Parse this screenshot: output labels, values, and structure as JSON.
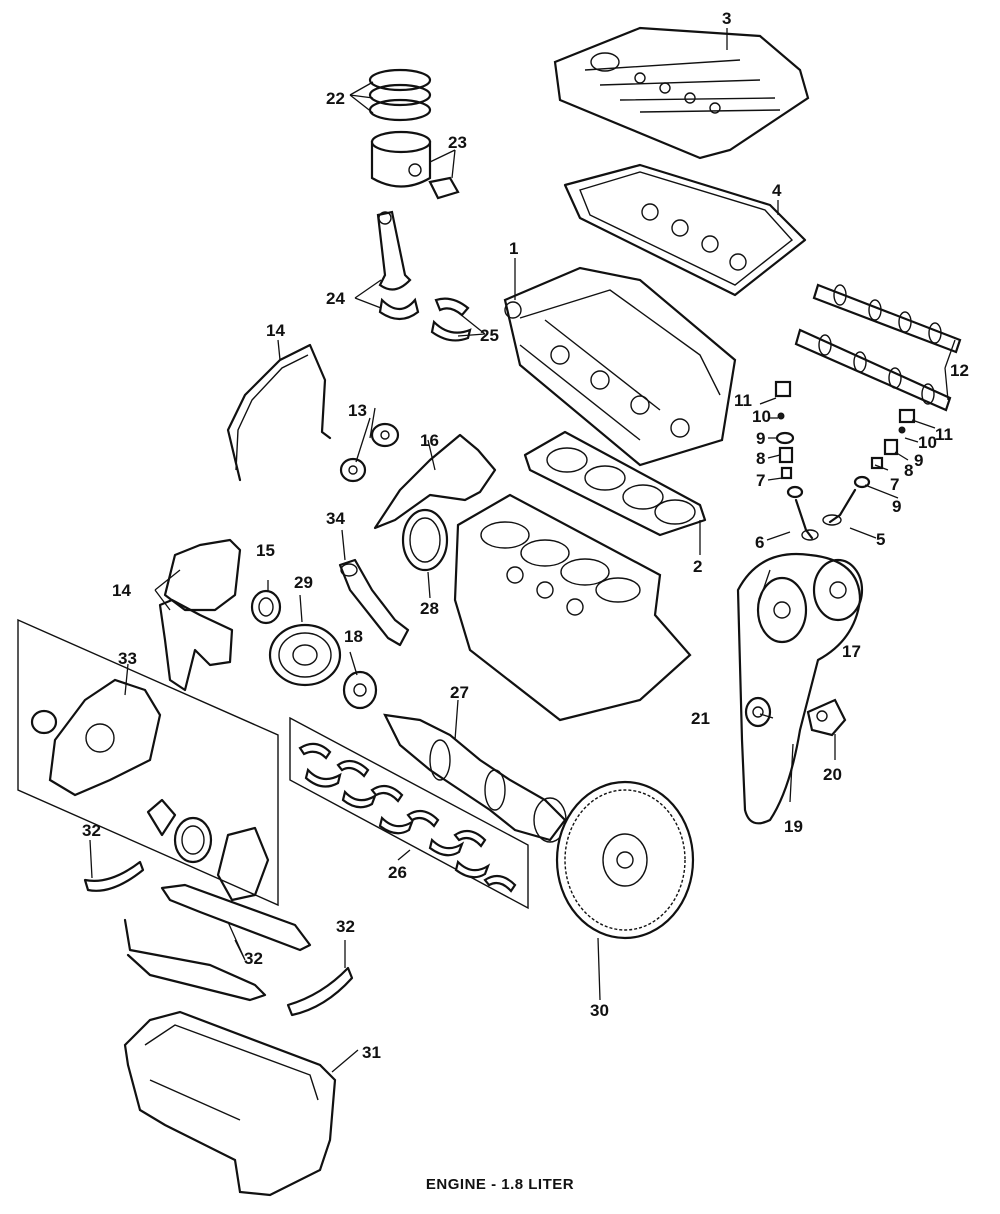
{
  "diagram": {
    "caption": "ENGINE - 1.8 LITER",
    "callouts": [
      "1",
      "2",
      "3",
      "4",
      "5",
      "6",
      "7",
      "8",
      "9",
      "10",
      "11",
      "12",
      "13",
      "14",
      "15",
      "16",
      "17",
      "18",
      "19",
      "20",
      "21",
      "22",
      "23",
      "24",
      "25",
      "26",
      "27",
      "28",
      "29",
      "30",
      "31",
      "32",
      "33",
      "34"
    ]
  }
}
